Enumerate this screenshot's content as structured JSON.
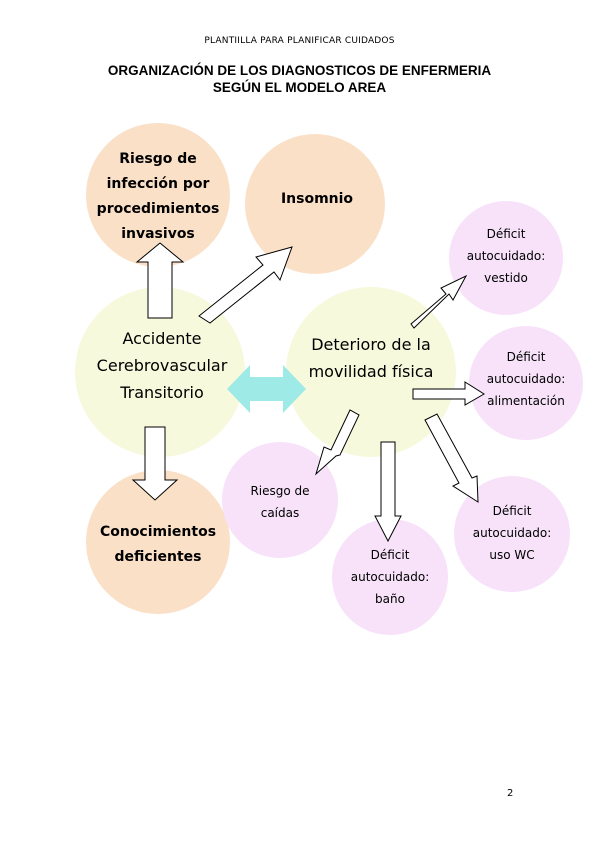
{
  "page": {
    "header": "PLANTIILLA PARA PLANIFICAR CUIDADOS",
    "title_line1": "ORGANIZACIÓN DE LOS DIAGNOSTICOS DE ENFERMERIA",
    "title_line2": "SEGÚN EL MODELO AREA",
    "page_number": "2"
  },
  "colors": {
    "peach": "#fbe0c8",
    "yellow": "#f7f9dc",
    "pink": "#f7e2f9",
    "cyan_arrow": "#9eeae6"
  },
  "nodes": {
    "riesgo_infeccion": [
      "Riesgo de",
      "infección por",
      "procedimientos",
      "invasivos"
    ],
    "insomnio": [
      "Insomnio"
    ],
    "acv": [
      "Accidente",
      "Cerebrovascular",
      "Transitorio"
    ],
    "deterioro": [
      "Deterioro de la",
      "movilidad física"
    ],
    "conocimientos": [
      "Conocimientos",
      "deficientes"
    ],
    "vestido": [
      "Déficit",
      "autocuidado:",
      "vestido"
    ],
    "alimentacion": [
      "Déficit",
      "autocuidado:",
      "alimentación"
    ],
    "caidas": [
      "Riesgo de",
      "caídas"
    ],
    "bano": [
      "Déficit",
      "autocuidado:",
      "baño"
    ],
    "uso_wc": [
      "Déficit",
      "autocuidado:",
      "uso WC"
    ]
  }
}
